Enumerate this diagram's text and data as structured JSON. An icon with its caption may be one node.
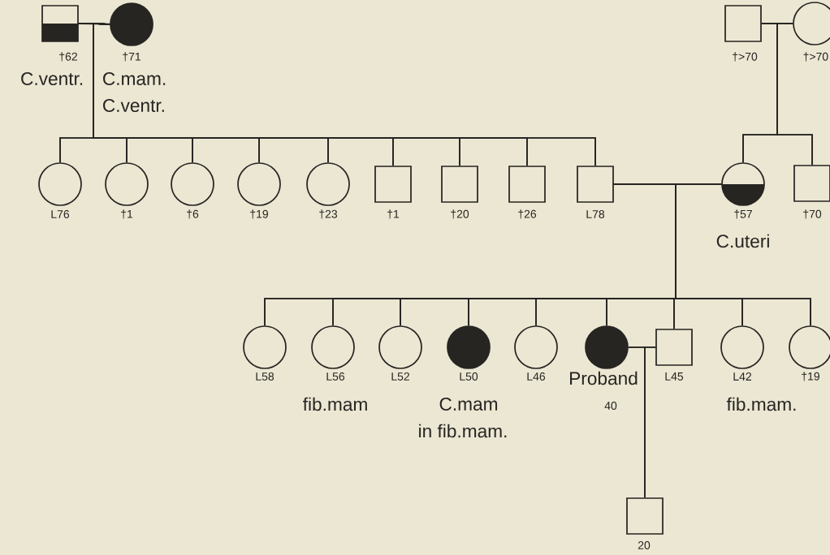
{
  "diagram": {
    "nodes": [
      {
        "text": [],
        "shape": "box",
        "beside": [
          "†62",
          "C.ventr."
        ]
      },
      {
        "text": [],
        "shape": "circle",
        "beside": [
          "†71",
          "C.mam.",
          "C.ventr."
        ]
      },
      {
        "text": [],
        "shape": "box",
        "beside": [
          "†>70"
        ]
      },
      {
        "text": [],
        "shape": "circle",
        "beside": [
          "†>70"
        ]
      },
      {
        "text": [],
        "shape": "circle",
        "beside": [
          "L76"
        ]
      },
      {
        "text": [],
        "shape": "circle",
        "beside": [
          "†1"
        ]
      },
      {
        "text": [],
        "shape": "circle",
        "beside": [
          "†6"
        ]
      },
      {
        "text": [],
        "shape": "circle",
        "beside": [
          "†19"
        ]
      },
      {
        "text": [],
        "shape": "circle",
        "beside": [
          "†23"
        ]
      },
      {
        "text": [],
        "shape": "box",
        "beside": [
          "†1"
        ]
      },
      {
        "text": [],
        "shape": "box",
        "beside": [
          "†20"
        ]
      },
      {
        "text": [],
        "shape": "box",
        "beside": [
          "†26"
        ]
      },
      {
        "text": [],
        "shape": "box",
        "beside": [
          "L78"
        ]
      },
      {
        "text": [],
        "shape": "circle",
        "beside": [
          "†57",
          "C.uteri"
        ]
      },
      {
        "text": [],
        "shape": "box",
        "beside": [
          "†70"
        ]
      },
      {
        "text": [],
        "shape": "circle",
        "beside": [
          "L58"
        ]
      },
      {
        "text": [],
        "shape": "circle",
        "beside": [
          "L56",
          "fib.mam"
        ]
      },
      {
        "text": [],
        "shape": "circle",
        "beside": [
          "L52"
        ]
      },
      {
        "text": [],
        "shape": "circle",
        "beside": [
          "L50",
          "C.mam",
          "in fib.mam."
        ]
      },
      {
        "text": [],
        "shape": "circle",
        "beside": [
          "L46"
        ]
      },
      {
        "text": [],
        "shape": "circle",
        "beside": [
          "Proband",
          "40"
        ]
      },
      {
        "text": [],
        "shape": "box",
        "beside": [
          "L45"
        ]
      },
      {
        "text": [],
        "shape": "circle",
        "beside": [
          "L42",
          "fib.mam."
        ]
      },
      {
        "text": [],
        "shape": "circle",
        "beside": [
          "†19"
        ]
      },
      {
        "text": [],
        "shape": "box",
        "beside": [
          "20"
        ]
      }
    ],
    "edges": [
      {
        "from": 0,
        "to": 1,
        "arrow": "none"
      },
      {
        "from": 2,
        "to": 3,
        "arrow": "none"
      },
      {
        "from": 12,
        "to": 13,
        "arrow": "none"
      },
      {
        "from": 20,
        "to": 21,
        "arrow": "none"
      },
      {
        "from": 0,
        "to": 4,
        "arrow": "none"
      },
      {
        "from": 1,
        "to": 4,
        "arrow": "none"
      },
      {
        "from": 0,
        "to": 5,
        "arrow": "none"
      },
      {
        "from": 1,
        "to": 5,
        "arrow": "none"
      },
      {
        "from": 0,
        "to": 6,
        "arrow": "none"
      },
      {
        "from": 1,
        "to": 6,
        "arrow": "none"
      },
      {
        "from": 0,
        "to": 7,
        "arrow": "none"
      },
      {
        "from": 1,
        "to": 7,
        "arrow": "none"
      },
      {
        "from": 0,
        "to": 8,
        "arrow": "none"
      },
      {
        "from": 1,
        "to": 8,
        "arrow": "none"
      },
      {
        "from": 0,
        "to": 9,
        "arrow": "none"
      },
      {
        "from": 1,
        "to": 9,
        "arrow": "none"
      },
      {
        "from": 0,
        "to": 10,
        "arrow": "none"
      },
      {
        "from": 1,
        "to": 10,
        "arrow": "none"
      },
      {
        "from": 0,
        "to": 11,
        "arrow": "none"
      },
      {
        "from": 1,
        "to": 11,
        "arrow": "none"
      },
      {
        "from": 0,
        "to": 12,
        "arrow": "none"
      },
      {
        "from": 1,
        "to": 12,
        "arrow": "none"
      },
      {
        "from": 2,
        "to": 13,
        "arrow": "none"
      },
      {
        "from": 3,
        "to": 13,
        "arrow": "none"
      },
      {
        "from": 2,
        "to": 14,
        "arrow": "none"
      },
      {
        "from": 3,
        "to": 14,
        "arrow": "none"
      },
      {
        "from": 12,
        "to": 15,
        "arrow": "none"
      },
      {
        "from": 13,
        "to": 15,
        "arrow": "none"
      },
      {
        "from": 12,
        "to": 16,
        "arrow": "none"
      },
      {
        "from": 13,
        "to": 16,
        "arrow": "none"
      },
      {
        "from": 12,
        "to": 17,
        "arrow": "none"
      },
      {
        "from": 13,
        "to": 17,
        "arrow": "none"
      },
      {
        "from": 12,
        "to": 18,
        "arrow": "none"
      },
      {
        "from": 13,
        "to": 18,
        "arrow": "none"
      },
      {
        "from": 12,
        "to": 19,
        "arrow": "none"
      },
      {
        "from": 13,
        "to": 19,
        "arrow": "none"
      },
      {
        "from": 12,
        "to": 20,
        "arrow": "none"
      },
      {
        "from": 13,
        "to": 20,
        "arrow": "none"
      },
      {
        "from": 12,
        "to": 21,
        "arrow": "none"
      },
      {
        "from": 13,
        "to": 21,
        "arrow": "none"
      },
      {
        "from": 12,
        "to": 22,
        "arrow": "none"
      },
      {
        "from": 13,
        "to": 22,
        "arrow": "none"
      },
      {
        "from": 12,
        "to": 23,
        "arrow": "none"
      },
      {
        "from": 13,
        "to": 23,
        "arrow": "none"
      },
      {
        "from": 20,
        "to": 24,
        "arrow": "none"
      },
      {
        "from": 21,
        "to": 24,
        "arrow": "none"
      }
    ]
  }
}
